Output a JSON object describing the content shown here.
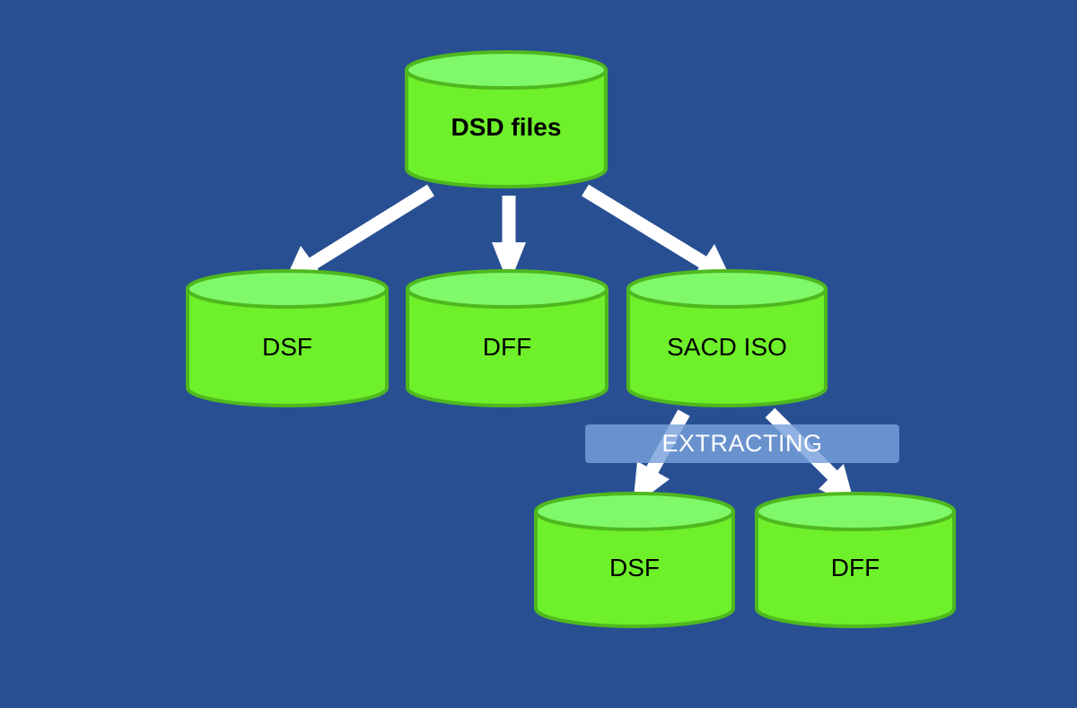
{
  "colors": {
    "background": "#284f92",
    "cylinder_body": "#6ef02a",
    "cylinder_top": "#7ff86a",
    "cylinder_border": "#4fb81e",
    "arrow": "#ffffff",
    "banner": "#78a0dc"
  },
  "nodes": {
    "root": {
      "label": "DSD files"
    },
    "dsf": {
      "label": "DSF"
    },
    "dff": {
      "label": "DFF"
    },
    "sacd_iso": {
      "label": "SACD ISO"
    },
    "extracted_dsf": {
      "label": "DSF"
    },
    "extracted_dff": {
      "label": "DFF"
    }
  },
  "edges": [
    {
      "from": "root",
      "to": "dsf"
    },
    {
      "from": "root",
      "to": "dff"
    },
    {
      "from": "root",
      "to": "sacd_iso"
    },
    {
      "from": "sacd_iso",
      "to": "extracted_dsf",
      "label_ref": "extracting"
    },
    {
      "from": "sacd_iso",
      "to": "extracted_dff",
      "label_ref": "extracting"
    }
  ],
  "extracting": {
    "label": "EXTRACTING"
  }
}
